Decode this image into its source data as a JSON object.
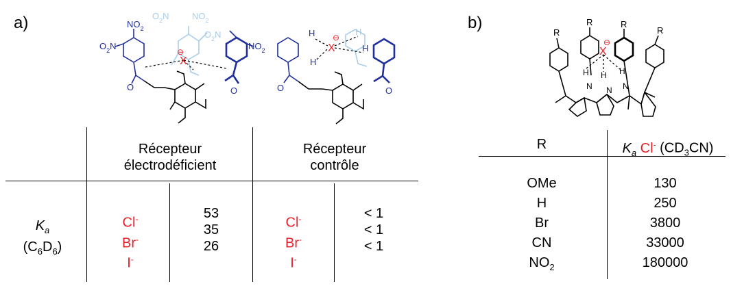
{
  "panel_a": {
    "label": "a)",
    "structures": {
      "left": {
        "nitro_groups": [
          "NO2",
          "NO2",
          "O2N",
          "NO2",
          "NO2"
        ],
        "guest": "X",
        "charge": "⊖"
      },
      "right": {
        "guest": "X",
        "charge": "⊖",
        "h_labels": [
          "H",
          "H",
          "H",
          "H"
        ]
      }
    },
    "table": {
      "col1_header": [
        "Récepteur",
        "électrodéficient"
      ],
      "col2_header": [
        "Récepteur",
        "contrôle"
      ],
      "row_label_main": "K",
      "row_label_sub": "a",
      "solvent_parts": [
        "(C",
        "6",
        "D",
        "6",
        ")"
      ],
      "anions": [
        "Cl",
        "Br",
        "I"
      ],
      "anion_charge": "-",
      "values_electro": [
        "53",
        "35",
        "26"
      ],
      "values_control": [
        "< 1",
        "< 1",
        "< 1"
      ]
    }
  },
  "panel_b": {
    "label": "b)",
    "structure": {
      "substituent": "R",
      "guest": "X",
      "charge": "⊖"
    },
    "table": {
      "header_r": "R",
      "header_ka_main": "K",
      "header_ka_sub": "a",
      "header_anion": "Cl",
      "header_anion_charge": "-",
      "header_solvent_parts": [
        "(CD",
        "3",
        "CN)"
      ],
      "rows": [
        {
          "r": "OMe",
          "r_sub": "",
          "value": "130"
        },
        {
          "r": "H",
          "r_sub": "",
          "value": "250"
        },
        {
          "r": "Br",
          "r_sub": "",
          "value": "3800"
        },
        {
          "r": "CN",
          "r_sub": "",
          "value": "33000"
        },
        {
          "r": "NO",
          "r_sub": "2",
          "value": "180000"
        }
      ]
    }
  },
  "colors": {
    "dark_blue": "#1f2f9c",
    "light_blue": "#a9cdeb",
    "red": "#e8202a",
    "black": "#000000"
  }
}
